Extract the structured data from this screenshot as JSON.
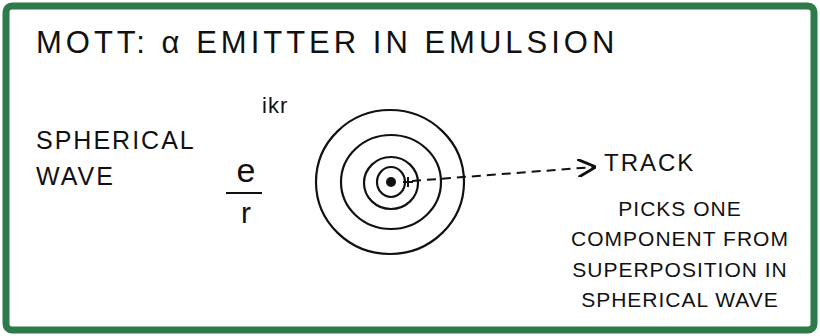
{
  "diagram": {
    "title": "MOTT: α EMITTER IN EMULSION",
    "labels": [
      "SPHERICAL WAVE",
      "e",
      "ikr",
      "r",
      "TRACK",
      "PICKS ONE COMPONENT FROM SUPERPOSITION IN SPHERICAL WAVE"
    ]
  }
}
